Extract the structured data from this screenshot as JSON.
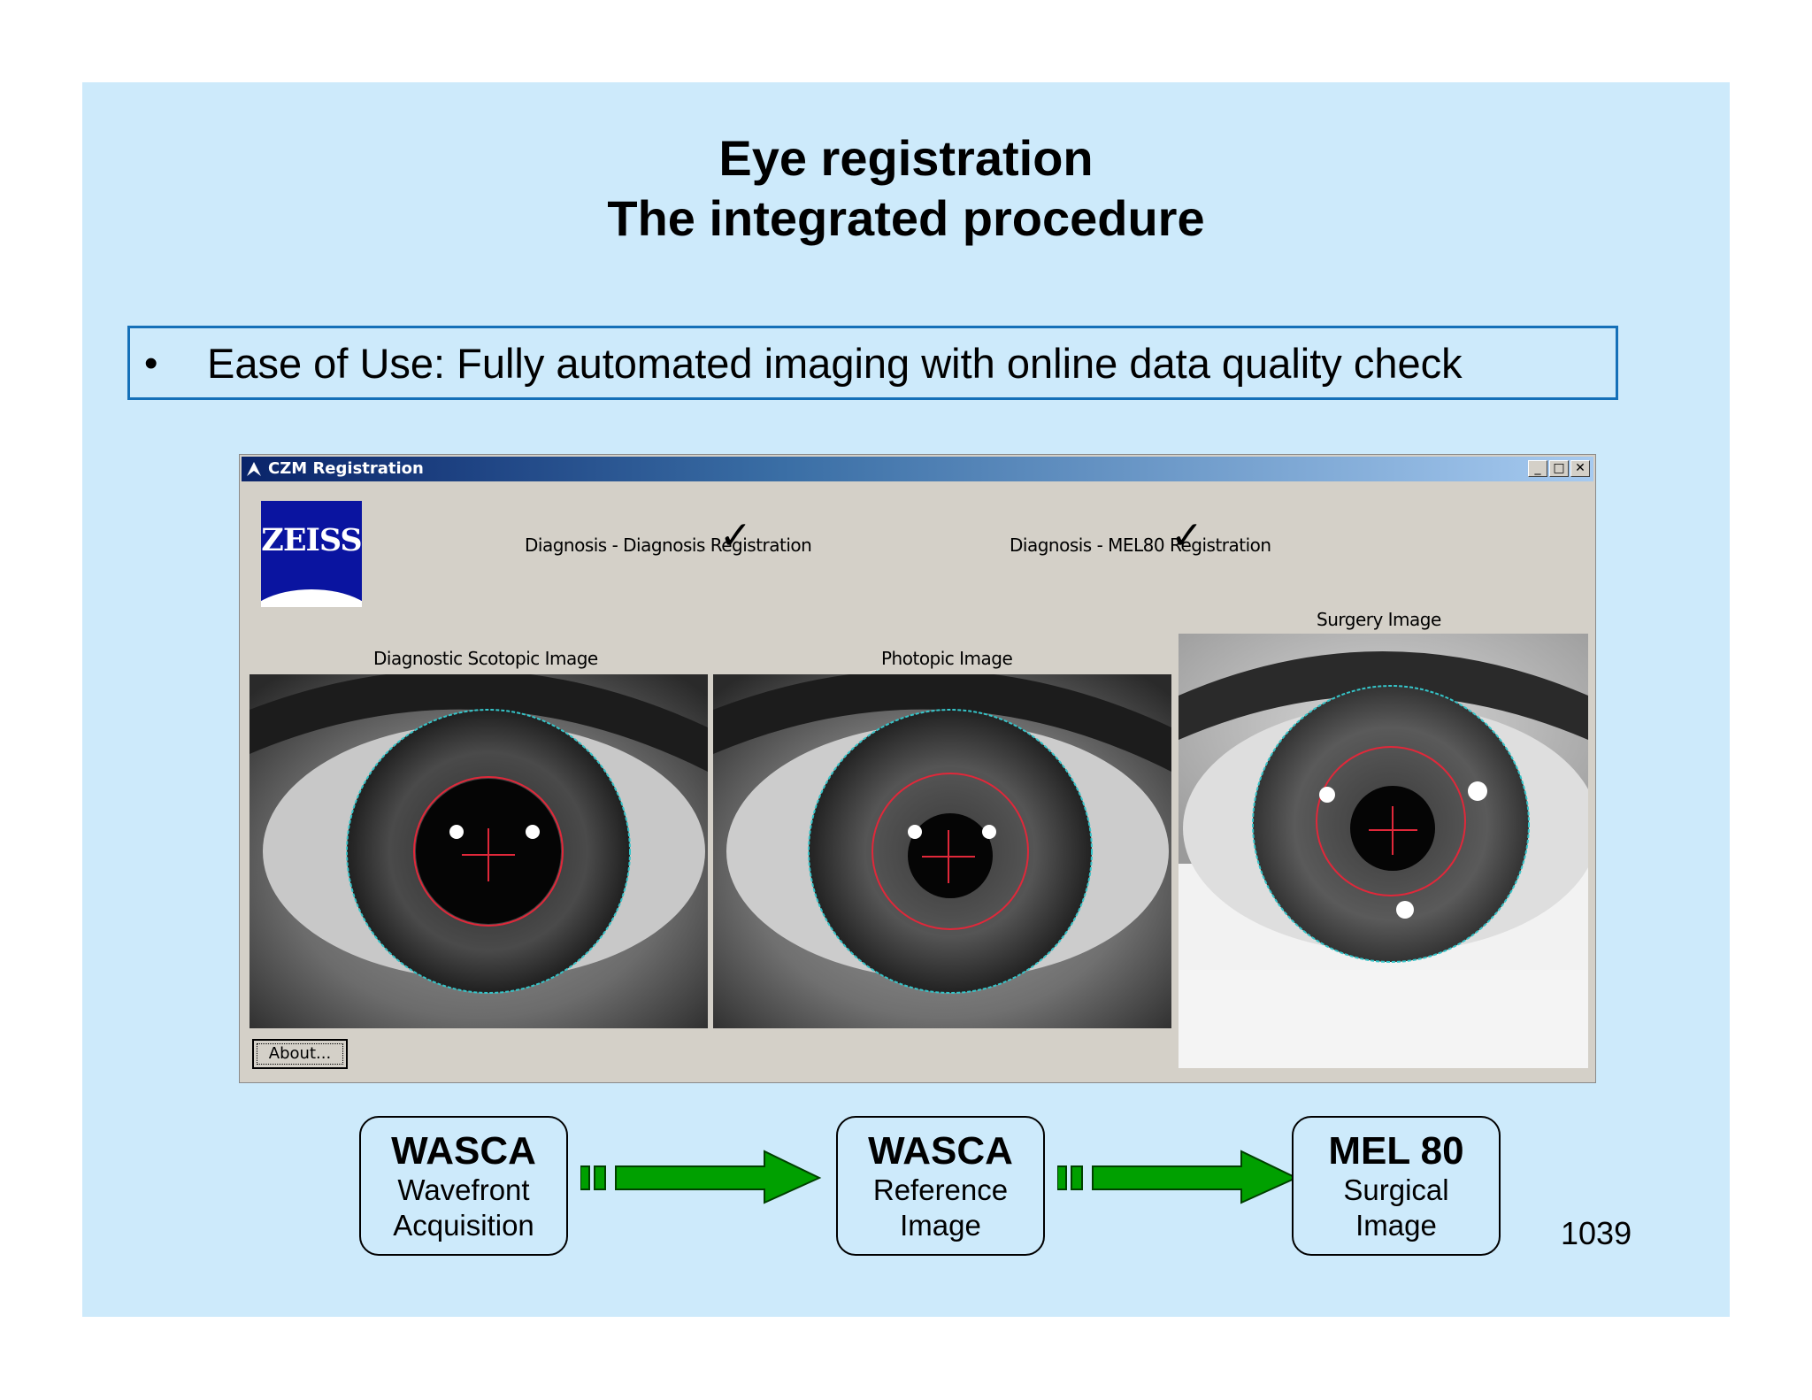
{
  "slide": {
    "title_line1": "Eye registration",
    "title_line2": "The integrated procedure",
    "bullet": "Ease of Use: Fully automated imaging with online data quality check",
    "bullet_symbol": "•",
    "page_number": "1039",
    "background_color": "#cdeafb",
    "box_border_color": "#1570b8"
  },
  "window": {
    "title": "CZM Registration",
    "controls": {
      "minimize": "_",
      "maximize": "□",
      "close": "✕"
    },
    "logo_text": "ZEISS",
    "status": [
      {
        "label": "Diagnosis - Diagnosis Registration",
        "check": "✓"
      },
      {
        "label": "Diagnosis - MEL80 Registration",
        "check": "✓"
      }
    ],
    "images": [
      {
        "label": "Diagnostic Scotopic Image"
      },
      {
        "label": "Photopic Image"
      },
      {
        "label": "Surgery Image"
      }
    ],
    "about_button": "About..."
  },
  "flow": [
    {
      "title": "WASCA",
      "line1": "Wavefront",
      "line2": "Acquisition"
    },
    {
      "title": "WASCA",
      "line1": "Reference",
      "line2": "Image"
    },
    {
      "title": "MEL 80",
      "line1": "Surgical",
      "line2": "Image"
    }
  ],
  "colors": {
    "arrow": "#00a000",
    "iris_circle": "#35c4c8",
    "pupil_circle": "#e0283a"
  }
}
